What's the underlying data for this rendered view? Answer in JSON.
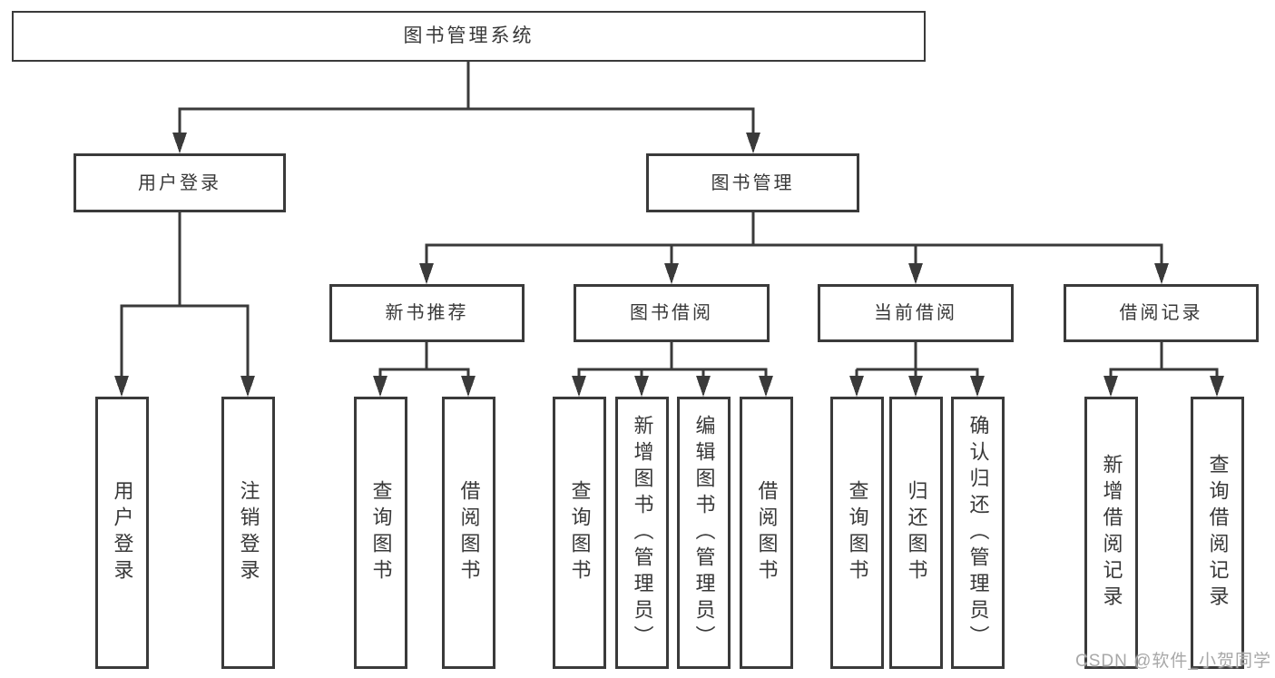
{
  "colors": {
    "background": "#ffffff",
    "line": "#3a3a3a",
    "node_border": "#3a3a3a",
    "node_fill": "#ffffff",
    "text": "#383838",
    "watermark": "#a8a8a8"
  },
  "tree": {
    "root": {
      "label": "图书管理系统"
    },
    "children": [
      {
        "label": "用户登录",
        "children": [
          {
            "label": "用户登录"
          },
          {
            "label": "注销登录"
          }
        ]
      },
      {
        "label": "图书管理",
        "children": [
          {
            "label": "新书推荐",
            "children": [
              {
                "label": "查询图书"
              },
              {
                "label": "借阅图书"
              }
            ]
          },
          {
            "label": "图书借阅",
            "children": [
              {
                "label": "查询图书"
              },
              {
                "label": "新增图书（管理员）"
              },
              {
                "label": "编辑图书（管理员）"
              },
              {
                "label": "借阅图书"
              }
            ]
          },
          {
            "label": "当前借阅",
            "children": [
              {
                "label": "查询图书"
              },
              {
                "label": "归还图书"
              },
              {
                "label": "确认归还（管理员）"
              }
            ]
          },
          {
            "label": "借阅记录",
            "children": [
              {
                "label": "新增借阅记录"
              },
              {
                "label": "查询借阅记录"
              }
            ]
          }
        ]
      }
    ]
  },
  "watermark": {
    "text": "CSDN @软件_小贺同学"
  }
}
